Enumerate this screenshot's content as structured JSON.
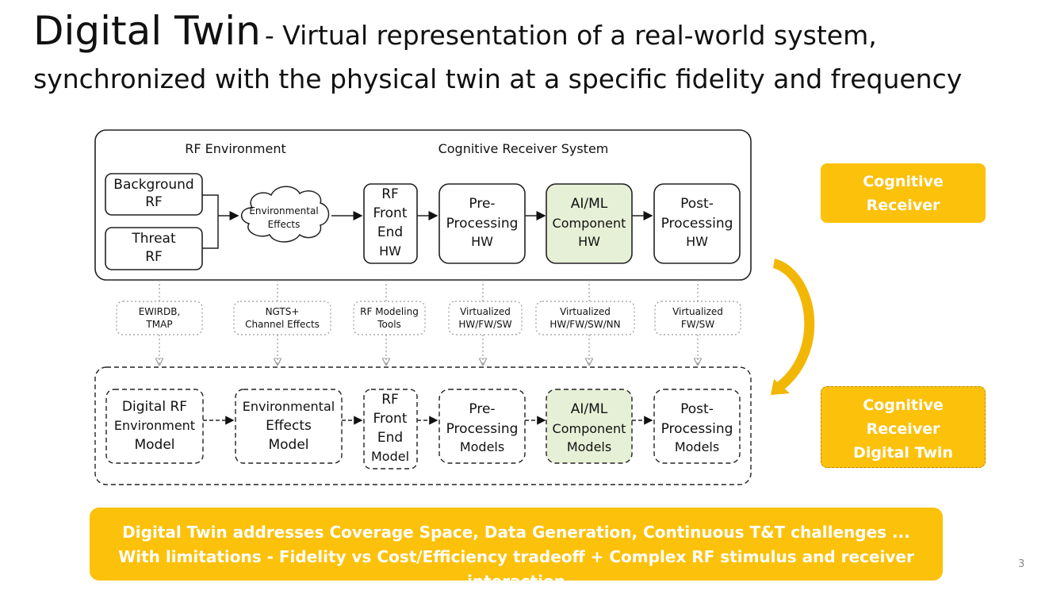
{
  "title": {
    "main": "Digital Twin",
    "sub_line1": "- Virtual representation of a real-world system,",
    "sub_line2": "synchronized with the physical twin at a specific fidelity and frequency"
  },
  "system": {
    "rf_environment_label": "RF Environment",
    "cognitive_receiver_label": "Cognitive Receiver System",
    "background_rf": [
      "Background",
      "RF"
    ],
    "threat_rf": [
      "Threat",
      "RF"
    ],
    "environmental_effects": [
      "Environmental",
      "Effects"
    ],
    "rf_front_end_hw": [
      "RF",
      "Front",
      "End",
      "HW"
    ],
    "pre_processing_hw": [
      "Pre-",
      "Processing",
      "HW"
    ],
    "ai_ml_component_hw": [
      "AI/ML",
      "Component",
      "HW"
    ],
    "post_processing_hw": [
      "Post-",
      "Processing",
      "HW"
    ]
  },
  "mappings": [
    [
      "EWIRDB,",
      "TMAP"
    ],
    [
      "NGTS+",
      "Channel Effects"
    ],
    [
      "RF Modeling",
      "Tools"
    ],
    [
      "Virtualized",
      "HW/FW/SW"
    ],
    [
      "Virtualized",
      "HW/FW/SW/NN"
    ],
    [
      "Virtualized",
      "FW/SW"
    ]
  ],
  "twin": {
    "digital_rf_environment_model": [
      "Digital RF",
      "Environment",
      "Model"
    ],
    "environmental_effects_model": [
      "Environmental",
      "Effects",
      "Model"
    ],
    "rf_front_end_model": [
      "RF",
      "Front",
      "End",
      "Model"
    ],
    "pre_processing_models": [
      "Pre-",
      "Processing",
      "Models"
    ],
    "ai_ml_component_models": [
      "AI/ML",
      "Component",
      "Models"
    ],
    "post_processing_models": [
      "Post-",
      "Processing",
      "Models"
    ]
  },
  "pills": {
    "cognitive_receiver": [
      "Cognitive",
      "Receiver"
    ],
    "cognitive_receiver_twin": [
      "Cognitive",
      "Receiver",
      "Digital Twin"
    ]
  },
  "banner": {
    "line1": "Digital Twin addresses Coverage Space, Data Generation, Continuous T&T challenges ...",
    "line2": "With limitations - Fidelity vs Cost/Efficiency tradeoff + Complex RF stimulus and receiver interaction"
  },
  "page_number": "3",
  "colors": {
    "accent": "#fcc10b",
    "ai_ml_fill": "#e6f0d6"
  }
}
